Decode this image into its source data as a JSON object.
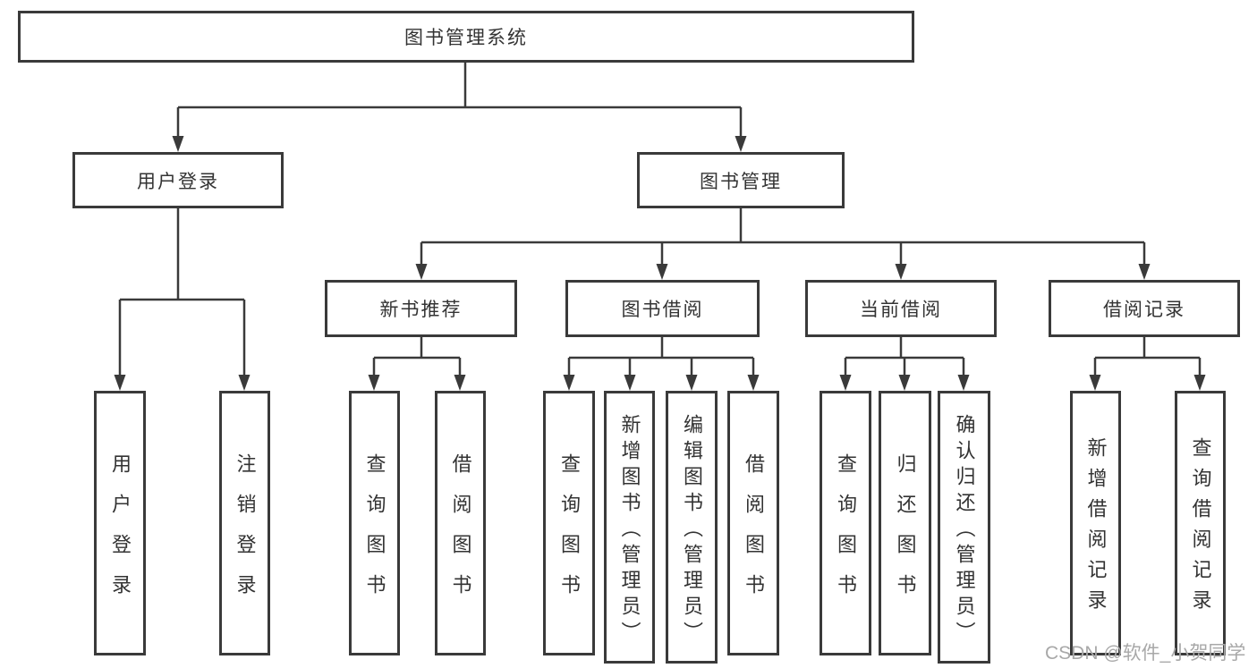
{
  "diagram": {
    "title": "图书管理系统",
    "level2": [
      {
        "label": "用户登录"
      },
      {
        "label": "图书管理"
      }
    ],
    "level3": [
      {
        "label": "新书推荐"
      },
      {
        "label": "图书借阅"
      },
      {
        "label": "当前借阅"
      },
      {
        "label": "借阅记录"
      }
    ],
    "leaves": [
      {
        "label": "用户登录"
      },
      {
        "label": "注销登录"
      },
      {
        "label": "查询图书"
      },
      {
        "label": "借阅图书"
      },
      {
        "label": "查询图书"
      },
      {
        "label": "新增图书（管理员）"
      },
      {
        "label": "编辑图书（管理员）"
      },
      {
        "label": "借阅图书"
      },
      {
        "label": "查询图书"
      },
      {
        "label": "归还图书"
      },
      {
        "label": "确认归还（管理员）"
      },
      {
        "label": "新增借阅记录"
      },
      {
        "label": "查询借阅记录"
      }
    ],
    "watermark": "CSDN @软件_小贺同学",
    "colors": {
      "line": "#3a3a3a",
      "text": "#333333",
      "watermark": "#a8a8a8",
      "background": "#ffffff"
    }
  }
}
